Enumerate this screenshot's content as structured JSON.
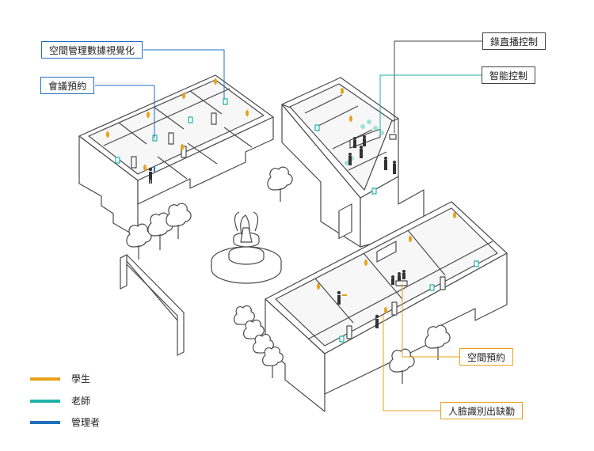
{
  "callouts": {
    "space_visualization": "空間管理數據視覺化",
    "meeting_booking": "會議預約",
    "live_recording": "錄直播控制",
    "smart_control": "智能控制",
    "space_booking": "空間預約",
    "face_attendance": "人臉識別出缺勤"
  },
  "legend": [
    {
      "label": "學生",
      "color": "#e8a219"
    },
    {
      "label": "老師",
      "color": "#1fb3a8"
    },
    {
      "label": "管理者",
      "color": "#1f6fbf"
    }
  ],
  "colors": {
    "line": "#4a4a4a",
    "student": "#e8a219",
    "teacher": "#1fb3a8",
    "manager": "#1f6fbf"
  },
  "icons": [
    "tree-icon",
    "fountain-icon",
    "person-icon",
    "door-icon",
    "tablet-icon",
    "light-icon",
    "camera-icon"
  ]
}
